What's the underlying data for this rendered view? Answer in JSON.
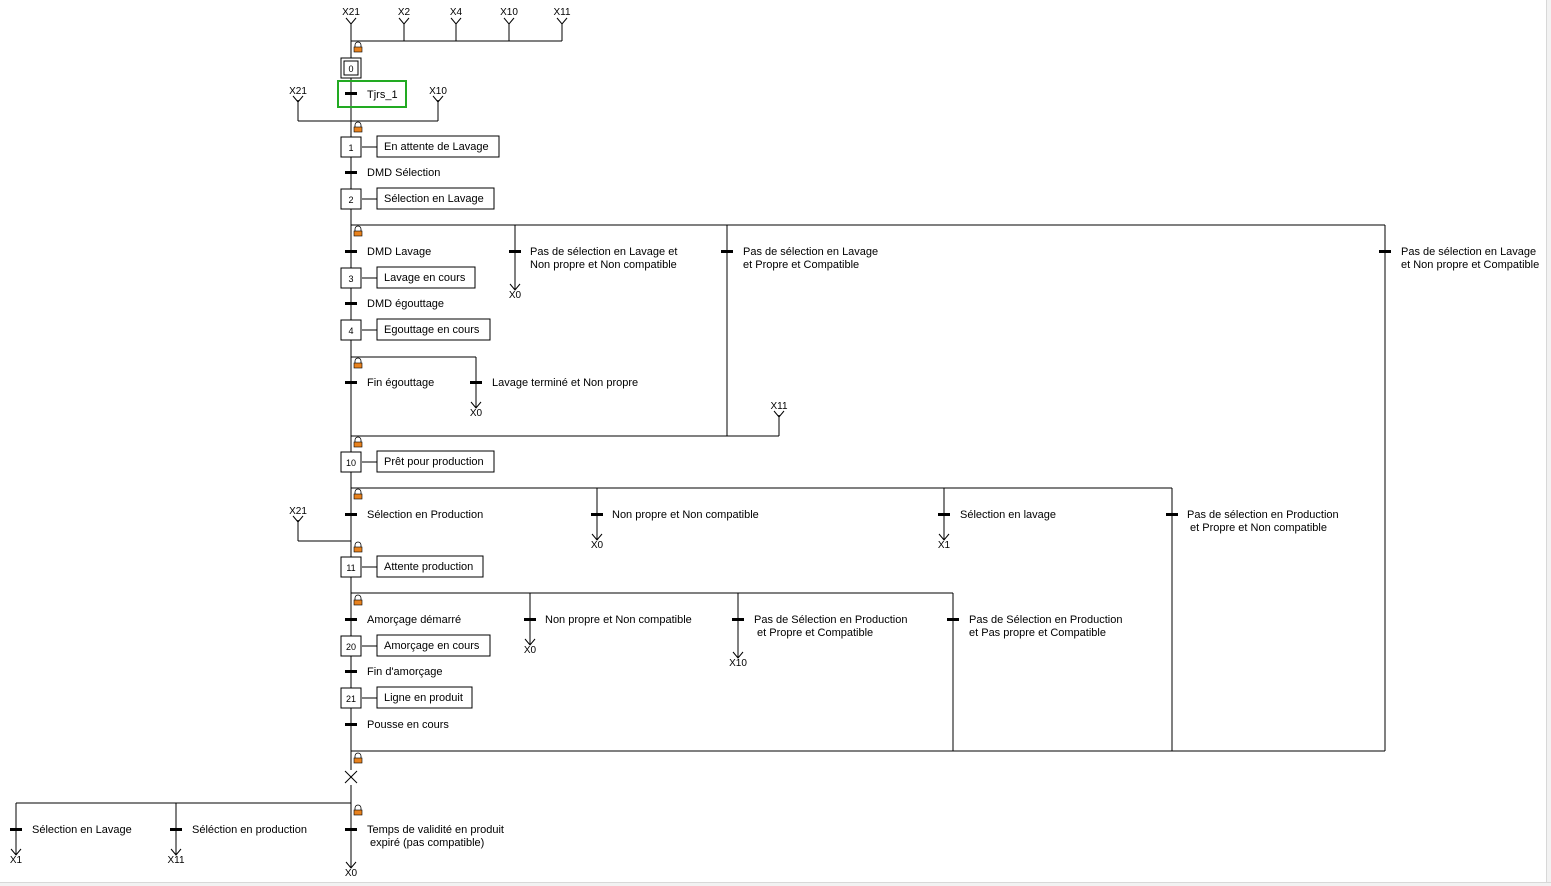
{
  "top_refs": [
    "X21",
    "X2",
    "X4",
    "X10",
    "X11"
  ],
  "init_step": "0",
  "t_init": "Tjrs_1",
  "t_init_refs": [
    "X21",
    "X10"
  ],
  "steps": {
    "s1": {
      "num": "1",
      "action": "En attente de Lavage"
    },
    "s2": {
      "num": "2",
      "action": "Sélection en Lavage"
    },
    "s3": {
      "num": "3",
      "action": "Lavage en cours"
    },
    "s4": {
      "num": "4",
      "action": "Egouttage en cours"
    },
    "s10": {
      "num": "10",
      "action": "Prêt pour production"
    },
    "s11": {
      "num": "11",
      "action": "Attente production"
    },
    "s20": {
      "num": "20",
      "action": "Amorçage en cours"
    },
    "s21": {
      "num": "21",
      "action": "Ligne en produit"
    }
  },
  "transitions": {
    "dmd_selection": "DMD Sélection",
    "dmd_lavage": "DMD Lavage",
    "pas_sel_lav_np_nc": [
      "Pas de sélection en Lavage et",
      "Non propre et Non compatible"
    ],
    "pas_sel_lav_p_c": [
      "Pas de sélection en Lavage",
      "et Propre et Compatible"
    ],
    "pas_sel_lav_np_c": [
      "Pas de sélection en Lavage",
      "et Non propre et Compatible"
    ],
    "dmd_egouttage": "DMD égouttage",
    "fin_egouttage": "Fin égouttage",
    "lavage_termine": "Lavage terminé et Non propre",
    "sel_production": "Sélection en Production",
    "np_nc_1": "Non propre et Non compatible",
    "sel_lavage": "Sélection en lavage",
    "pas_sel_prod_p_nc": [
      "Pas de sélection en Production",
      "et Propre et Non compatible"
    ],
    "amorcage_demarre": "Amorçage démarré",
    "np_nc_2": "Non propre et Non compatible",
    "pas_sel_prod_p_c": [
      "Pas de Sélection en Production",
      "et Propre et Compatible"
    ],
    "pas_sel_prod_pp_c": [
      "Pas de Sélection en Production",
      "et Pas propre et Compatible"
    ],
    "fin_amorcage": "Fin d'amorçage",
    "pousse": "Pousse en cours",
    "bottom_sel_lavage": "Sélection en Lavage",
    "bottom_sel_production": "Séléction en production",
    "temps_validite": [
      "Temps de validité en produit",
      "expiré (pas compatible)"
    ]
  },
  "jump_refs": {
    "x0_a": "X0",
    "x0_b": "X0",
    "x11_c": "X11",
    "x21_d": "X21",
    "x0_e": "X0",
    "x1_f": "X1",
    "x0_g": "X0",
    "x10_h": "X10",
    "x1_i": "X1",
    "x11_j": "X11",
    "x0_k": "X0"
  },
  "colors": {
    "line": "#000000",
    "lock": "#e8821e",
    "selection": "#22aa22"
  }
}
